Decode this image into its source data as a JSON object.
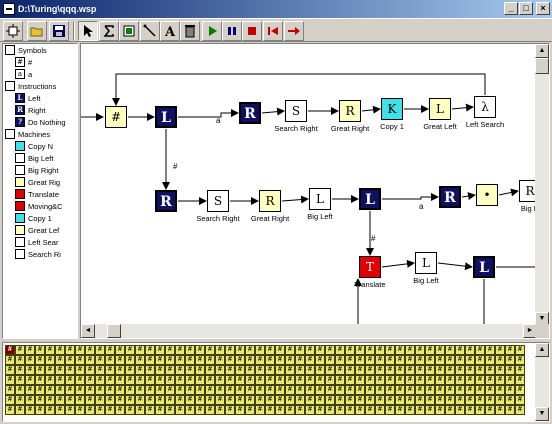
{
  "window": {
    "title": "D:\\Turing\\qqq.wsp",
    "min": "_",
    "max": "□",
    "close": "×"
  },
  "toolbar": {
    "buttons": [
      "new-machine",
      "open",
      "save",
      "select",
      "sigma",
      "screen",
      "connect",
      "text",
      "delete",
      "run",
      "pause",
      "stop",
      "step-back",
      "step-forward"
    ]
  },
  "tree": {
    "symbols_label": "Symbols",
    "symbols": [
      {
        "glyph": "#",
        "label": "#"
      },
      {
        "glyph": "a",
        "label": "a"
      }
    ],
    "instructions_label": "Instructions",
    "instructions": [
      {
        "glyph": "L",
        "label": "Left"
      },
      {
        "glyph": "R",
        "label": "Right"
      },
      {
        "glyph": "?",
        "label": "Do Nothing"
      }
    ],
    "machines_label": "Machines",
    "machines": [
      {
        "label": "Copy N",
        "color": "#40e0e8"
      },
      {
        "label": "Big Left",
        "color": "#ffffff"
      },
      {
        "label": "Big Right",
        "color": "#ffffff"
      },
      {
        "label": "Great Rig",
        "color": "#ffffc0"
      },
      {
        "label": "Translate",
        "color": "#e00000"
      },
      {
        "label": "Moving&C",
        "color": "#e00000"
      },
      {
        "label": "Copy 1",
        "color": "#40e0e8"
      },
      {
        "label": "Great Lef",
        "color": "#ffffc0"
      },
      {
        "label": "Left Sear",
        "color": "#ffffff"
      },
      {
        "label": "Search Ri",
        "color": "#ffffff"
      }
    ]
  },
  "diagram": {
    "nodes": [
      {
        "id": "n_hash",
        "style": "yellow",
        "text": "#",
        "label": ""
      },
      {
        "id": "n_L1",
        "style": "dark",
        "text": "L",
        "label": ""
      },
      {
        "id": "n_R1",
        "style": "dark",
        "text": "R",
        "label": ""
      },
      {
        "id": "n_sr1",
        "style": "white",
        "text": "S",
        "label": "Search Right"
      },
      {
        "id": "n_gr1",
        "style": "yellow",
        "text": "R",
        "label": "Great Right"
      },
      {
        "id": "n_c1",
        "style": "cyan",
        "text": "K",
        "label": "Copy 1"
      },
      {
        "id": "n_gl1",
        "style": "yellow",
        "text": "L",
        "label": "Great Left"
      },
      {
        "id": "n_ls1",
        "style": "white",
        "text": "λ",
        "label": "Left Search"
      },
      {
        "id": "n_R2",
        "style": "dark",
        "text": "R",
        "label": ""
      },
      {
        "id": "n_sr2",
        "style": "white",
        "text": "S",
        "label": "Search Right"
      },
      {
        "id": "n_gr2",
        "style": "yellow",
        "text": "R",
        "label": "Great Right"
      },
      {
        "id": "n_bl1",
        "style": "white",
        "text": "L",
        "label": "Big Left"
      },
      {
        "id": "n_L2",
        "style": "dark",
        "text": "L",
        "label": ""
      },
      {
        "id": "n_R3",
        "style": "dark",
        "text": "R",
        "label": ""
      },
      {
        "id": "n_dot",
        "style": "yellow",
        "text": "•",
        "label": ""
      },
      {
        "id": "n_br1",
        "style": "white",
        "text": "R",
        "label": "Big R"
      },
      {
        "id": "n_tr1",
        "style": "red",
        "text": "T",
        "label": "Translate"
      },
      {
        "id": "n_bl2",
        "style": "white",
        "text": "L",
        "label": "Big Left"
      },
      {
        "id": "n_L3",
        "style": "dark",
        "text": "L",
        "label": ""
      }
    ],
    "edge_labels": [
      {
        "id": "e_a1",
        "text": "a"
      },
      {
        "id": "e_h1",
        "text": "#"
      },
      {
        "id": "e_a2",
        "text": "a"
      },
      {
        "id": "e_h2",
        "text": "#"
      }
    ]
  },
  "tape": {
    "symbol": "#",
    "rows": 7,
    "cols": 52,
    "head_index": 0
  }
}
